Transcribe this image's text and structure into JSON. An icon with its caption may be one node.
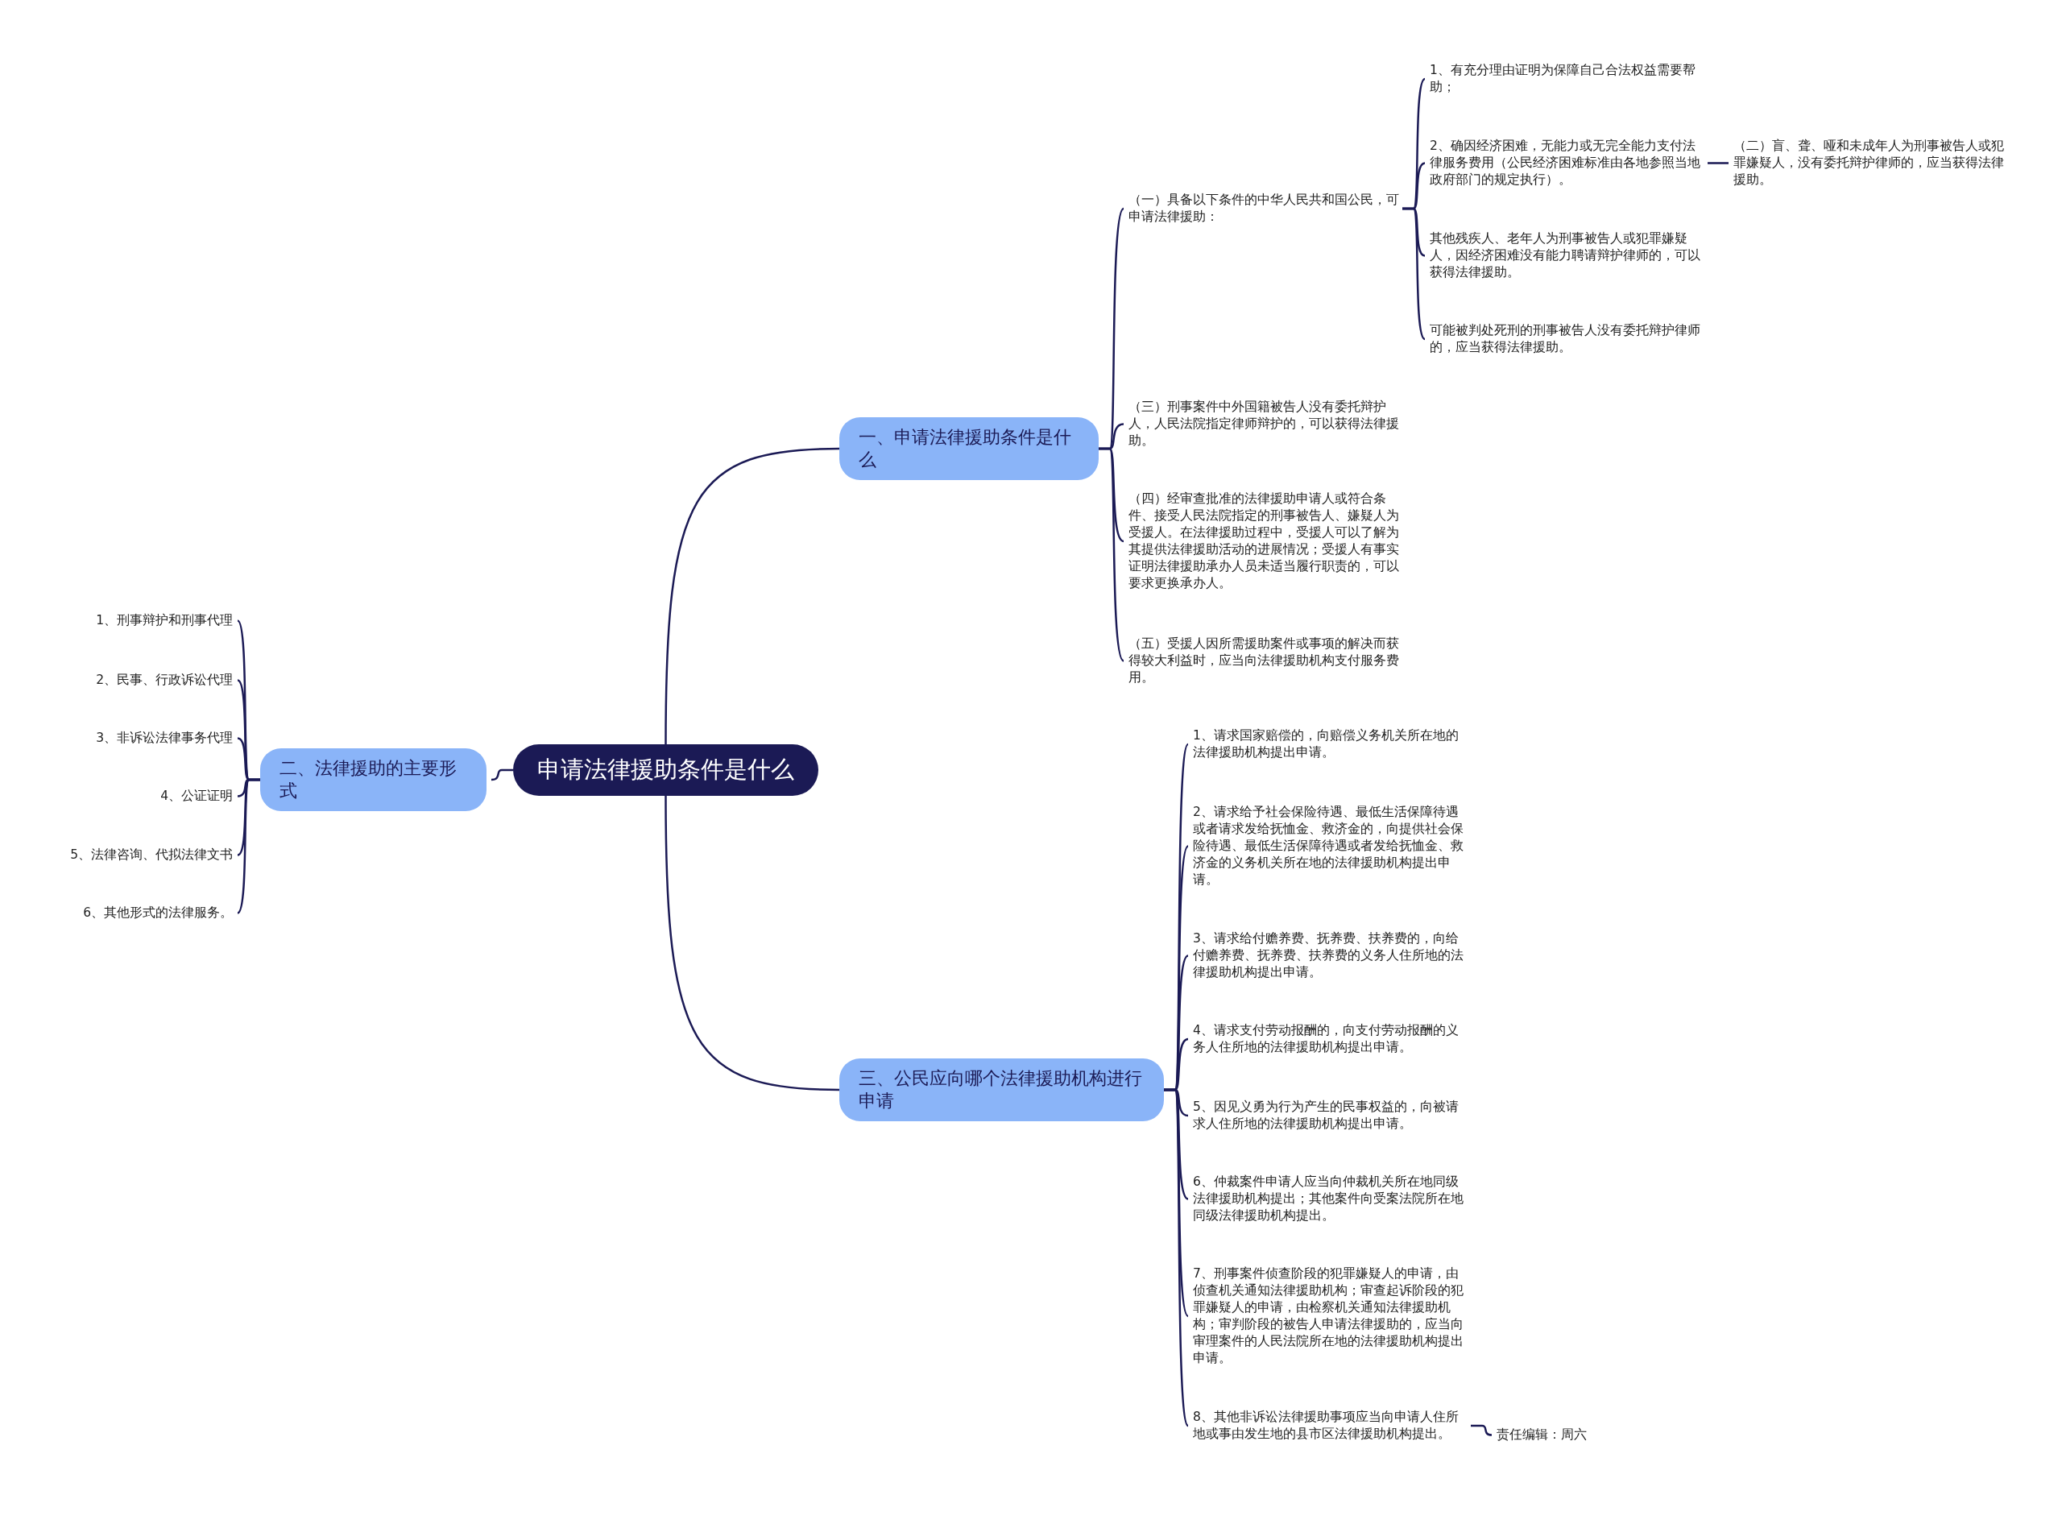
{
  "diagram": {
    "nodes": [
      {
        "text": [
          "申请法律援助条件是什么"
        ]
      },
      {
        "text": [
          "一、申请法律援助条件是什么"
        ]
      },
      {
        "text": [
          "（一）具备以下条件的中华人民共和国公民，可申请法律援助："
        ]
      },
      {
        "text": [
          "1、有充分理由证明为保障自己合法权益需要帮助；"
        ]
      },
      {
        "text": [
          "2、确因经济困难，无能力或无完全能力支付法律服务费用（公民经济困难标准由各地参照当地政府部门的规定执行）。"
        ]
      },
      {
        "text": [
          "（二）盲、聋、哑和未成年人为刑事被告人或犯罪嫌疑人，没有委托辩护律师的，应当获得法律援助。"
        ]
      },
      {
        "text": [
          "其他残疾人、老年人为刑事被告人或犯罪嫌疑人，因经济困难没有能力聘请辩护律师的，可以获得法律援助。"
        ]
      },
      {
        "text": [
          "可能被判处死刑的刑事被告人没有委托辩护律师的，应当获得法律援助。"
        ]
      },
      {
        "text": [
          "（三）刑事案件中外国籍被告人没有委托辩护人，人民法院指定律师辩护的，可以获得法律援助。"
        ]
      },
      {
        "text": [
          "（四）经审查批准的法律援助申请人或符合条件、接受人民法院指定的刑事被告人、嫌疑人为受援人。在法律援助过程中，受援人可以了解为其提供法律援助活动的进展情况；受援人有事实证明法律援助承办人员未适当履行职责的，可以要求更换承办人。"
        ]
      },
      {
        "text": [
          "（五）受援人因所需援助案件或事项的解决而获得较大利益时，应当向法律援助机构支付服务费用。"
        ]
      },
      {
        "text": [
          "二、法律援助的主要形式"
        ]
      },
      {
        "text": [
          "1、刑事辩护和刑事代理"
        ]
      },
      {
        "text": [
          "2、民事、行政诉讼代理"
        ]
      },
      {
        "text": [
          "3、非诉讼法律事务代理"
        ]
      },
      {
        "text": [
          "4、公证证明"
        ]
      },
      {
        "text": [
          "5、法律咨询、代拟法律文书"
        ]
      },
      {
        "text": [
          "6、其他形式的法律服务。"
        ]
      },
      {
        "text": [
          "三、公民应向哪个法律援助机构进行申请"
        ]
      },
      {
        "text": [
          "1、请求国家赔偿的，向赔偿义务机关所在地的法律援助机构提出申请。"
        ]
      },
      {
        "text": [
          "2、请求给予社会保险待遇、最低生活保障待遇或者请求发给抚恤金、救济金的，向提供社会保险待遇、最低生活保障待遇或者发给抚恤金、救济金的义务机关所在地的法律援助机构提出申请。"
        ]
      },
      {
        "text": [
          "3、请求给付赡养费、抚养费、扶养费的，向给付赡养费、抚养费、扶养费的义务人住所地的法律援助机构提出申请。"
        ]
      },
      {
        "text": [
          "4、请求支付劳动报酬的，向支付劳动报酬的义务人住所地的法律援助机构提出申请。"
        ]
      },
      {
        "text": [
          "5、因见义勇为行为产生的民事权益的，向被请求人住所地的法律援助机构提出申请。"
        ]
      },
      {
        "text": [
          "6、仲裁案件申请人应当向仲裁机关所在地同级法律援助机构提出；其他案件向受案法院所在地同级法律援助机构提出。"
        ]
      },
      {
        "text": [
          "7、刑事案件侦查阶段的犯罪嫌疑人的申请，由侦查机关通知法律援助机构；审查起诉阶段的犯罪嫌疑人的申请，由检察机关通知法律援助机构；审判阶段的被告人申请法律援助的，应当向审理案件的人民法院所在地的法律援助机构提出申请。"
        ]
      },
      {
        "text": [
          "8、其他非诉讼法律援助事项应当向申请人住所地或事由发生地的县市区法律援助机构提出。"
        ]
      },
      {
        "text": [
          "责任编辑：周六"
        ]
      }
    ],
    "edges": [
      {
        "from": 0,
        "to": 1,
        "arrow": "none"
      },
      {
        "from": 0,
        "to": 11,
        "arrow": "none"
      },
      {
        "from": 0,
        "to": 18,
        "arrow": "none"
      },
      {
        "from": 1,
        "to": 2,
        "arrow": "none"
      },
      {
        "from": 2,
        "to": 3,
        "arrow": "none"
      },
      {
        "from": 2,
        "to": 4,
        "arrow": "none"
      },
      {
        "from": 4,
        "to": 5,
        "arrow": "none"
      },
      {
        "from": 2,
        "to": 6,
        "arrow": "none"
      },
      {
        "from": 2,
        "to": 7,
        "arrow": "none"
      },
      {
        "from": 1,
        "to": 8,
        "arrow": "none"
      },
      {
        "from": 1,
        "to": 9,
        "arrow": "none"
      },
      {
        "from": 1,
        "to": 10,
        "arrow": "none"
      },
      {
        "from": 11,
        "to": 12,
        "arrow": "none"
      },
      {
        "from": 11,
        "to": 13,
        "arrow": "none"
      },
      {
        "from": 11,
        "to": 14,
        "arrow": "none"
      },
      {
        "from": 11,
        "to": 15,
        "arrow": "none"
      },
      {
        "from": 11,
        "to": 16,
        "arrow": "none"
      },
      {
        "from": 11,
        "to": 17,
        "arrow": "none"
      },
      {
        "from": 18,
        "to": 19,
        "arrow": "none"
      },
      {
        "from": 18,
        "to": 20,
        "arrow": "none"
      },
      {
        "from": 18,
        "to": 21,
        "arrow": "none"
      },
      {
        "from": 18,
        "to": 22,
        "arrow": "none"
      },
      {
        "from": 18,
        "to": 23,
        "arrow": "none"
      },
      {
        "from": 18,
        "to": 24,
        "arrow": "none"
      },
      {
        "from": 18,
        "to": 25,
        "arrow": "none"
      },
      {
        "from": 18,
        "to": 26,
        "arrow": "none"
      },
      {
        "from": 26,
        "to": 27,
        "arrow": "none"
      }
    ]
  }
}
